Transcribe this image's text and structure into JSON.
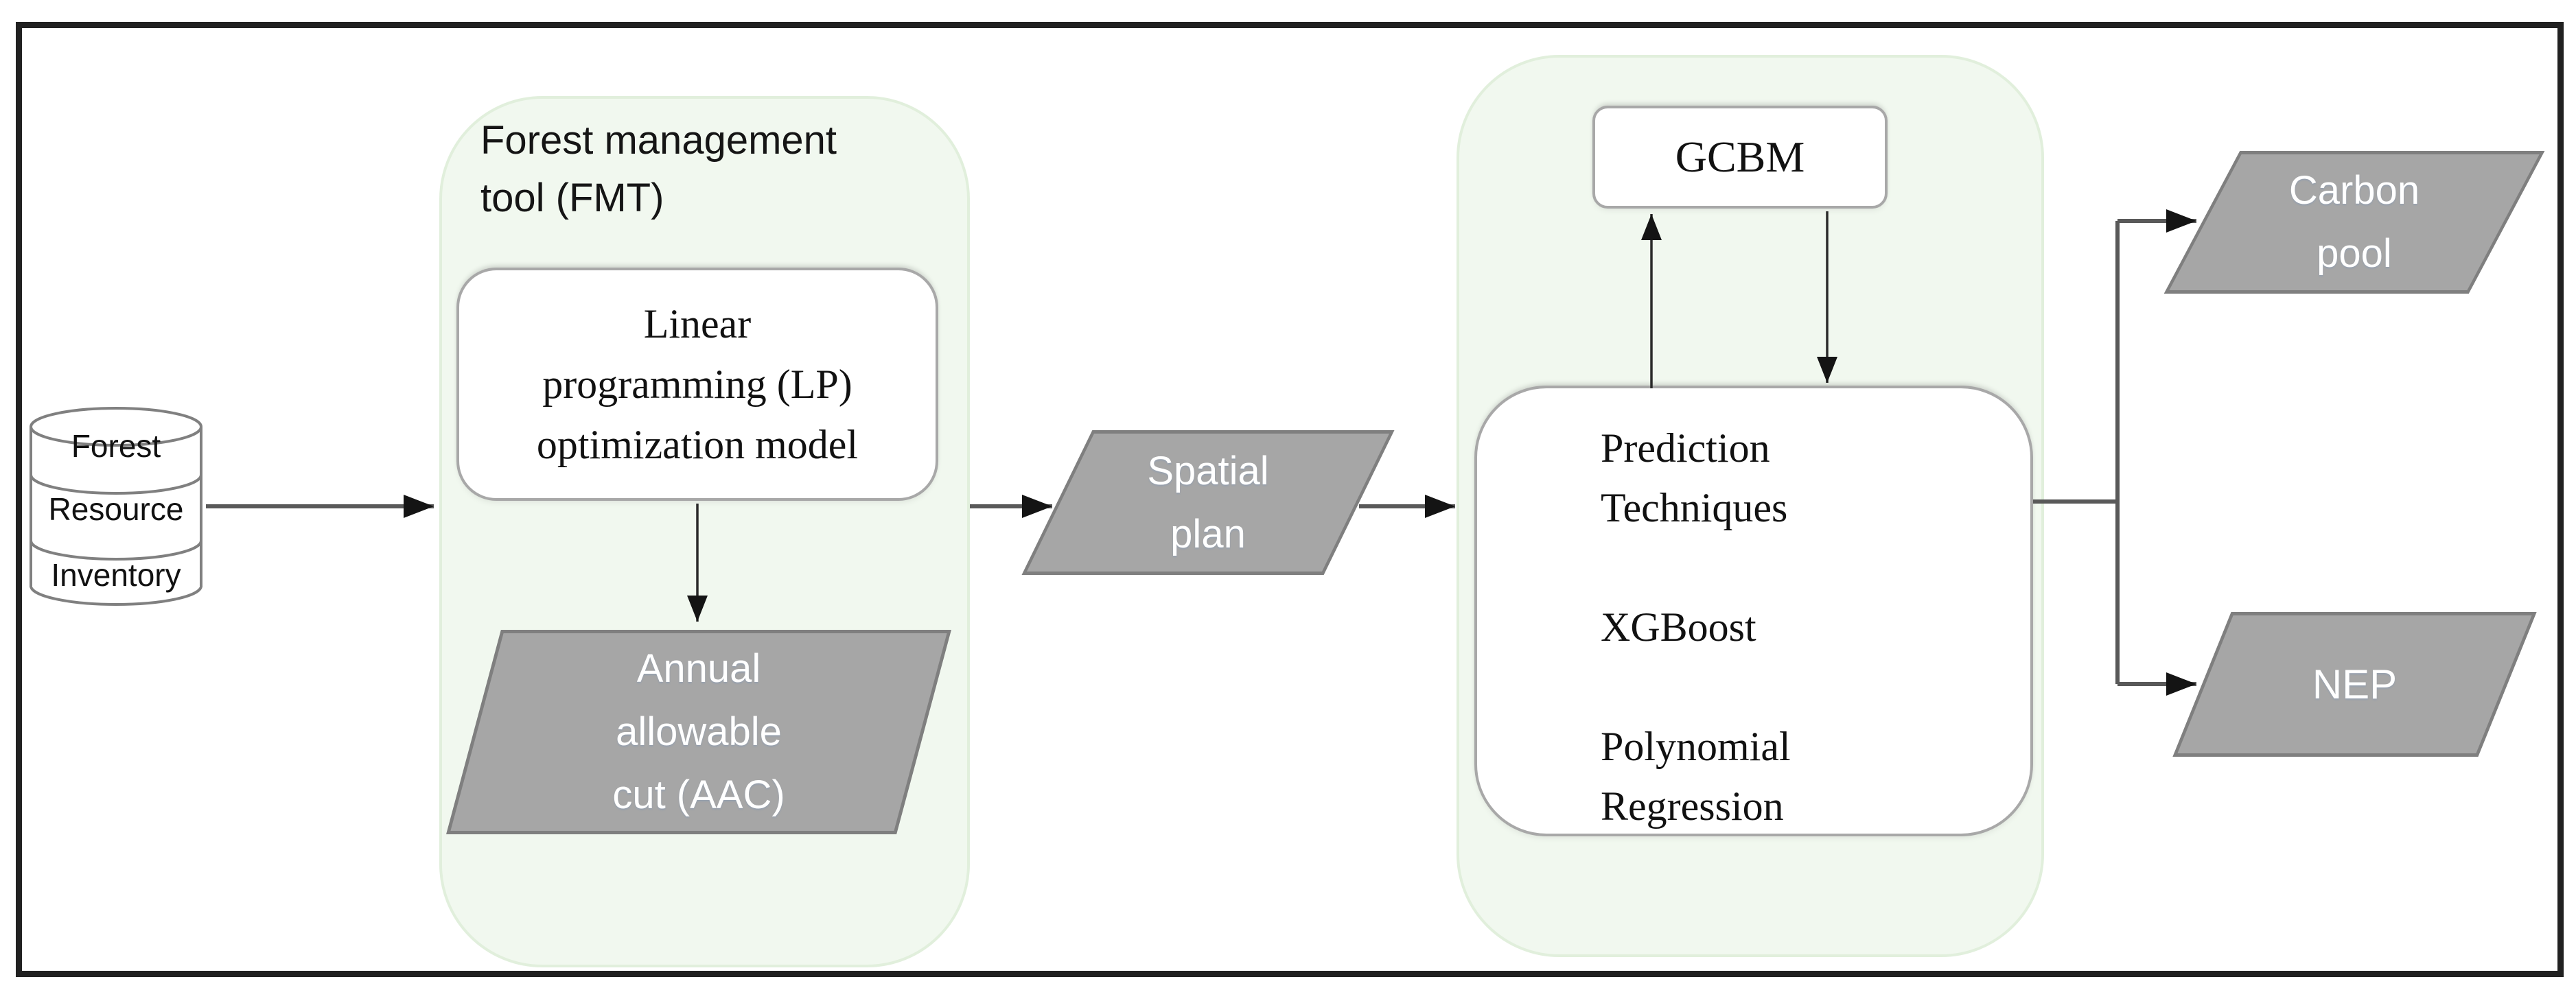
{
  "figure": {
    "database": {
      "rows": [
        "Forest",
        "Resource",
        "Inventory"
      ]
    },
    "fmt_container": {
      "title": [
        "Forest management",
        "tool (FMT)"
      ],
      "lp_box": [
        "Linear",
        "programming (LP)",
        "optimization model"
      ],
      "aac_output": [
        "Annual",
        "allowable",
        "cut (AAC)"
      ]
    },
    "spatial_plan": [
      "Spatial",
      "plan"
    ],
    "prediction_container": {
      "gcbm_box": "GCBM",
      "prediction_box": [
        "Prediction",
        "Techniques",
        "",
        "XGBoost",
        "",
        "Polynomial",
        "Regression"
      ]
    },
    "outputs": {
      "carbon_pool": [
        "Carbon",
        "pool"
      ],
      "nep": "NEP"
    }
  },
  "colors": {
    "frame": "#212121",
    "container_fill": "#F1F8EF",
    "container_border": "#E1EFDC",
    "shape_fill": "#A6A6A6",
    "shape_border": "#7F7F7F",
    "box_border": "#A8A8A8",
    "connector": "#595959",
    "thin_connector": "#2A2A2A",
    "arrowhead": "#141414",
    "text_dark": "#151515",
    "text_light": "#FFFFFF"
  }
}
